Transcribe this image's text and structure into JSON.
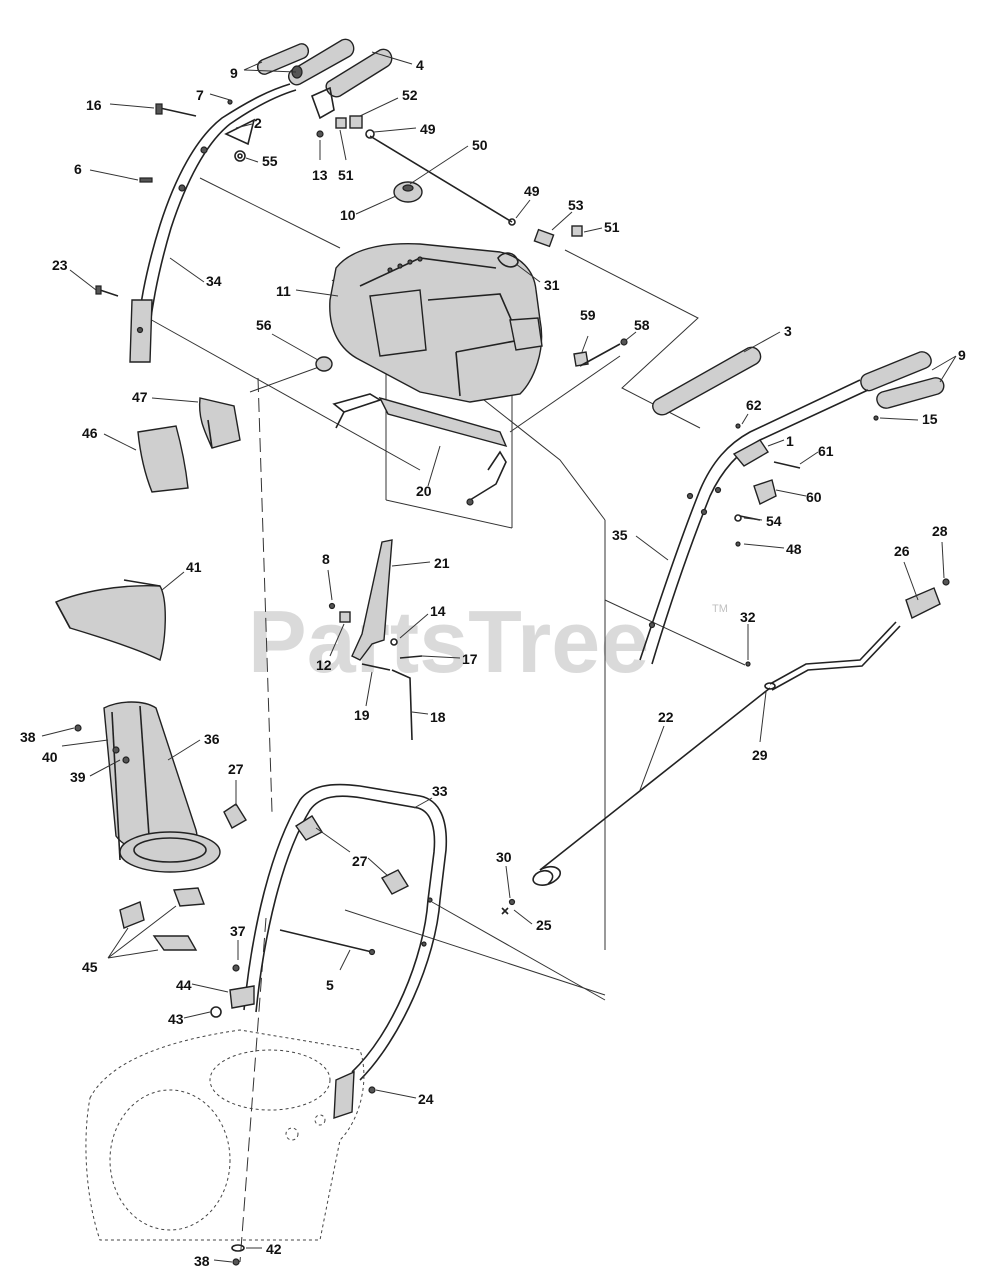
{
  "watermark": {
    "text": "PartsTree",
    "tm": "TM"
  },
  "callouts": [
    {
      "id": "9a",
      "text": "9"
    },
    {
      "id": "4",
      "text": "4"
    },
    {
      "id": "7",
      "text": "7"
    },
    {
      "id": "16",
      "text": "16"
    },
    {
      "id": "2",
      "text": "2"
    },
    {
      "id": "52",
      "text": "52"
    },
    {
      "id": "49a",
      "text": "49"
    },
    {
      "id": "13",
      "text": "13"
    },
    {
      "id": "51a",
      "text": "51"
    },
    {
      "id": "55",
      "text": "55"
    },
    {
      "id": "50",
      "text": "50"
    },
    {
      "id": "6",
      "text": "6"
    },
    {
      "id": "10",
      "text": "10"
    },
    {
      "id": "49b",
      "text": "49"
    },
    {
      "id": "53",
      "text": "53"
    },
    {
      "id": "51b",
      "text": "51"
    },
    {
      "id": "23",
      "text": "23"
    },
    {
      "id": "34",
      "text": "34"
    },
    {
      "id": "31",
      "text": "31"
    },
    {
      "id": "11",
      "text": "11"
    },
    {
      "id": "3",
      "text": "3"
    },
    {
      "id": "59",
      "text": "59"
    },
    {
      "id": "58",
      "text": "58"
    },
    {
      "id": "56",
      "text": "56"
    },
    {
      "id": "9b",
      "text": "9"
    },
    {
      "id": "47",
      "text": "47"
    },
    {
      "id": "62",
      "text": "62"
    },
    {
      "id": "15",
      "text": "15"
    },
    {
      "id": "46",
      "text": "46"
    },
    {
      "id": "1",
      "text": "1"
    },
    {
      "id": "61",
      "text": "61"
    },
    {
      "id": "20",
      "text": "20"
    },
    {
      "id": "60",
      "text": "60"
    },
    {
      "id": "54",
      "text": "54"
    },
    {
      "id": "35",
      "text": "35"
    },
    {
      "id": "48",
      "text": "48"
    },
    {
      "id": "28",
      "text": "28"
    },
    {
      "id": "26",
      "text": "26"
    },
    {
      "id": "41",
      "text": "41"
    },
    {
      "id": "8",
      "text": "8"
    },
    {
      "id": "21",
      "text": "21"
    },
    {
      "id": "14",
      "text": "14"
    },
    {
      "id": "32",
      "text": "32"
    },
    {
      "id": "12",
      "text": "12"
    },
    {
      "id": "17",
      "text": "17"
    },
    {
      "id": "19",
      "text": "19"
    },
    {
      "id": "18",
      "text": "18"
    },
    {
      "id": "22",
      "text": "22"
    },
    {
      "id": "38a",
      "text": "38"
    },
    {
      "id": "36",
      "text": "36"
    },
    {
      "id": "29",
      "text": "29"
    },
    {
      "id": "40",
      "text": "40"
    },
    {
      "id": "39",
      "text": "39"
    },
    {
      "id": "27a",
      "text": "27"
    },
    {
      "id": "33",
      "text": "33"
    },
    {
      "id": "27b",
      "text": "27"
    },
    {
      "id": "30",
      "text": "30"
    },
    {
      "id": "25",
      "text": "25"
    },
    {
      "id": "45",
      "text": "45"
    },
    {
      "id": "37",
      "text": "37"
    },
    {
      "id": "5",
      "text": "5"
    },
    {
      "id": "44",
      "text": "44"
    },
    {
      "id": "43",
      "text": "43"
    },
    {
      "id": "24",
      "text": "24"
    },
    {
      "id": "42",
      "text": "42"
    },
    {
      "id": "38b",
      "text": "38"
    }
  ]
}
